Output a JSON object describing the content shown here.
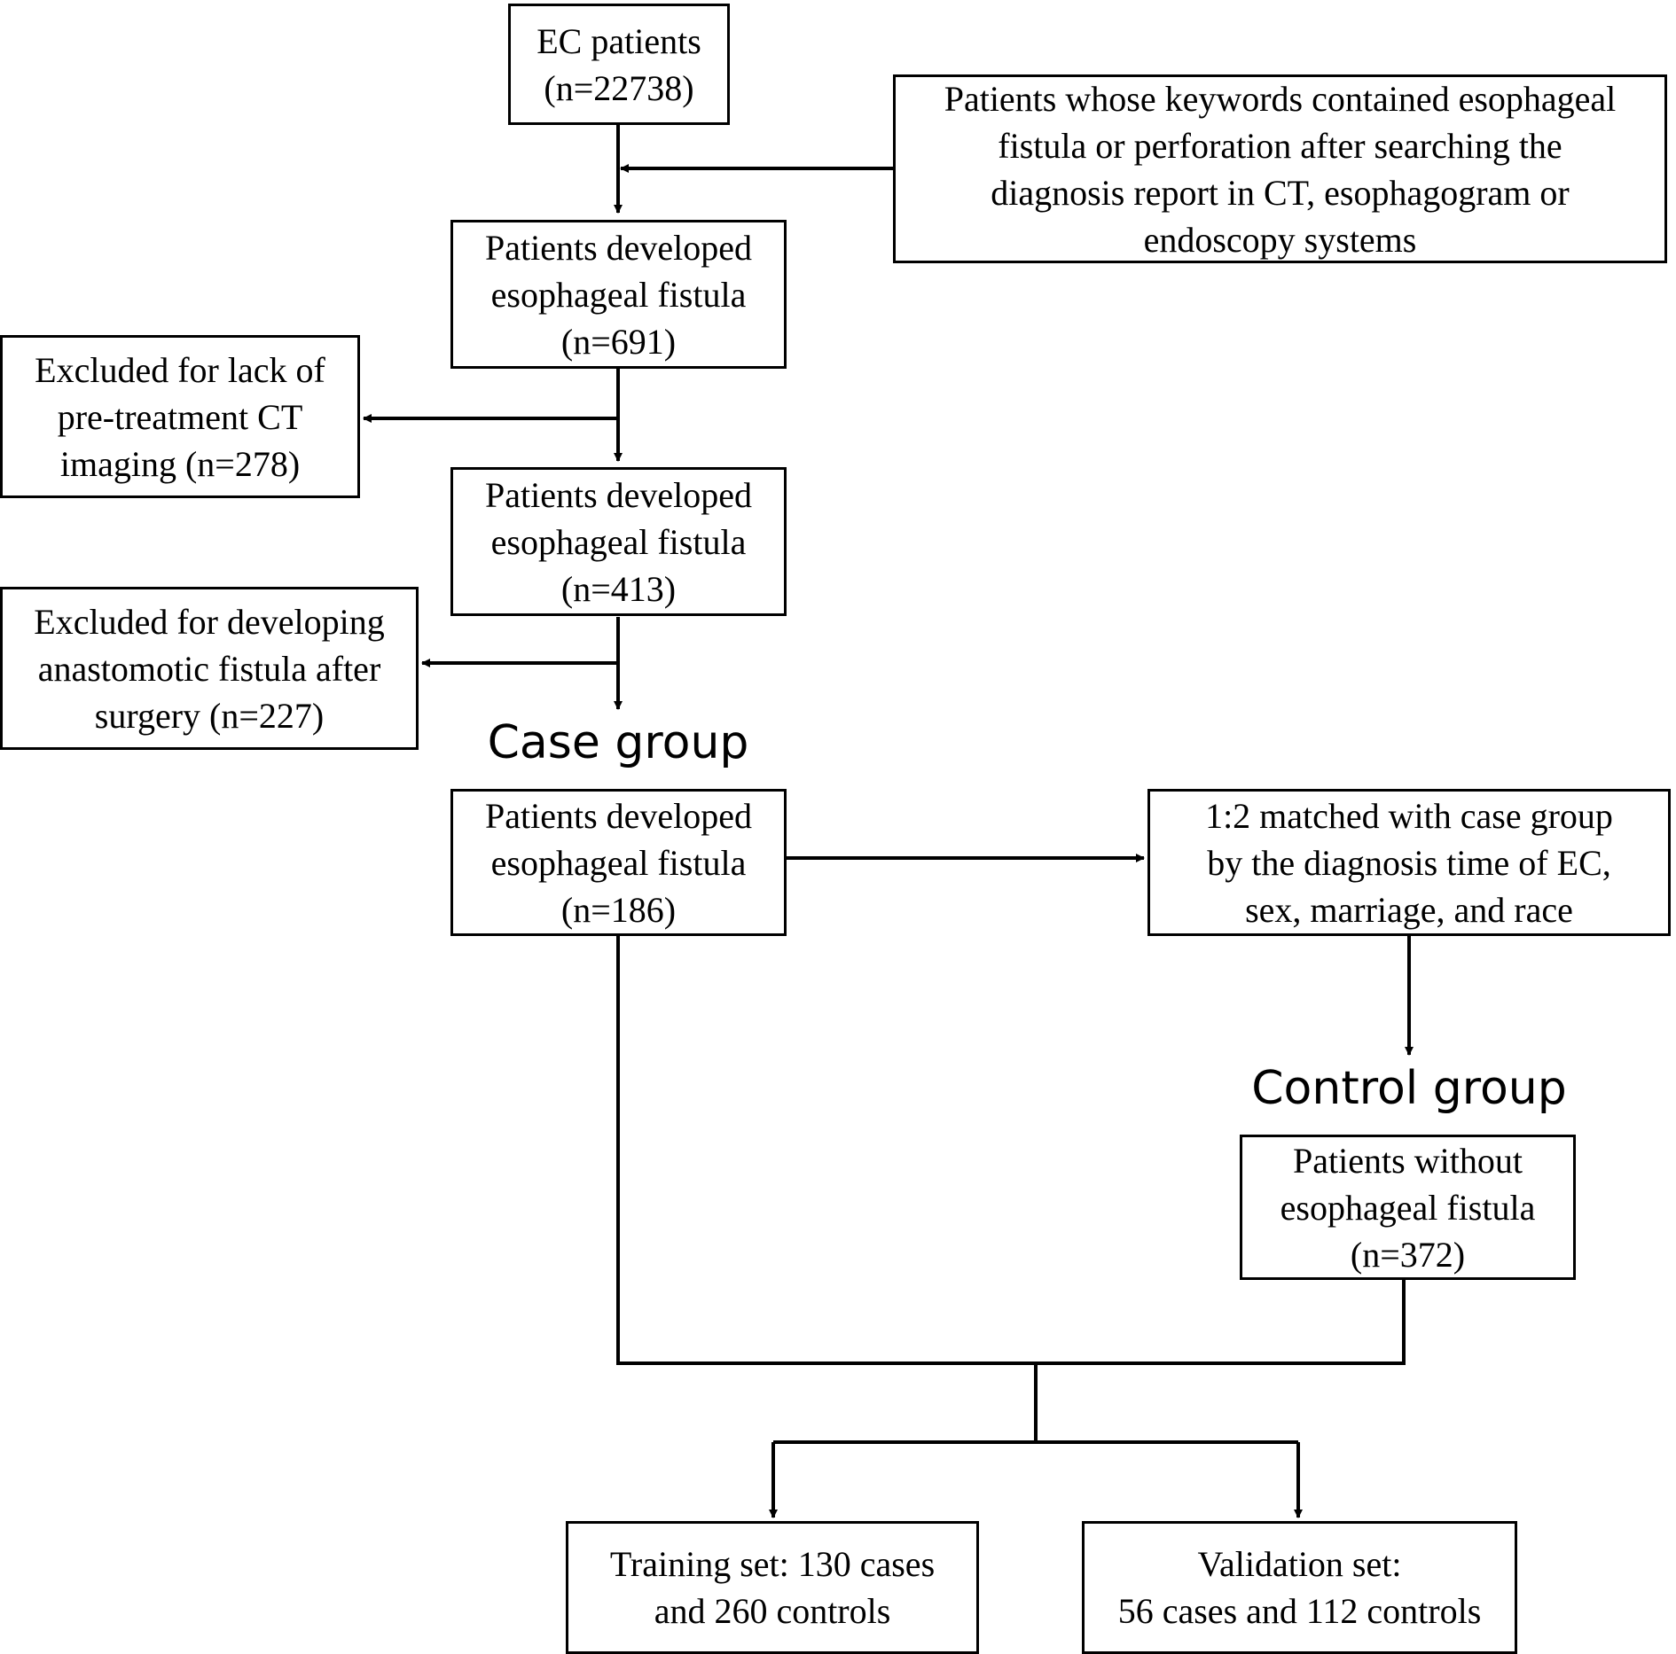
{
  "nodes": {
    "ec_patients": "EC patients\n(n=22738)",
    "keyword_search": "Patients whose keywords contained esophageal\nfistula or perforation after searching the\ndiagnosis report in CT, esophagogram or\nendoscopy systems",
    "developed_691": "Patients developed\nesophageal fistula\n(n=691)",
    "excluded_ct": "Excluded for lack of\npre-treatment CT\nimaging (n=278)",
    "developed_413": "Patients developed\nesophageal fistula\n(n=413)",
    "excluded_surgery": "Excluded for developing\nanastomotic fistula after\nsurgery (n=227)",
    "developed_186": "Patients developed\nesophageal fistula\n(n=186)",
    "matched": "1:2 matched with case group\nby  the diagnosis time of EC,\nsex, marriage, and race",
    "without_fistula": "Patients without\nesophageal fistula\n(n=372)",
    "training_set": "Training set: 130 cases\nand 260 controls",
    "validation_set": "Validation  set:\n56 cases and 112 controls"
  },
  "labels": {
    "case_group": "Case group",
    "control_group": "Control group"
  },
  "colors": {
    "line": "#000000",
    "background": "#ffffff"
  }
}
